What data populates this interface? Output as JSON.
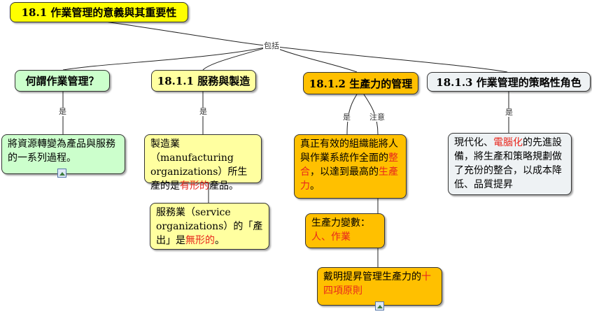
{
  "root": "18.1 作業管理的意義與其重要性",
  "link_labels": {
    "includes": "包括",
    "is": "是",
    "note": "注意"
  },
  "branches": [
    {
      "title": "何謂作業管理？",
      "detail": "將資源轉變為產品與服務的一系列過程。"
    },
    {
      "title": "18.1.1 服務與製造",
      "manufacturing": {
        "pre": "製造業（manufacturing organizations）所生產的是",
        "em": "有形的",
        "post": "產品。"
      },
      "service": {
        "pre": "服務業（service organizations）的「產出」是",
        "em": "無形的",
        "post": "。"
      }
    },
    {
      "title": "18.1.2 生產力的管理",
      "detail": {
        "pre": "真正有效的組織能將人與作業系統作全面的",
        "em1": "整合",
        "mid": "，以達到最高的",
        "em2": "生產力",
        "post": "。"
      },
      "variables": {
        "pre": "生產力變數：",
        "em": "人、作業"
      },
      "deming": {
        "pre": "戴明提昇管理生產力的",
        "em": "十四項原則"
      }
    },
    {
      "title": "18.1.3 作業管理的策略性角色",
      "detail": {
        "pre": "現代化、",
        "em": "電腦化",
        "post": "的先進設備，將生產和策略規劃做了充份的整合，以成本降低、品質提昇"
      }
    }
  ],
  "colors": {
    "root": "#ffff00",
    "green": "#ccffcc",
    "yellow": "#ffffa0",
    "orange": "#ffc000",
    "gray": "#eef2f4",
    "accent": "#e8271d"
  }
}
